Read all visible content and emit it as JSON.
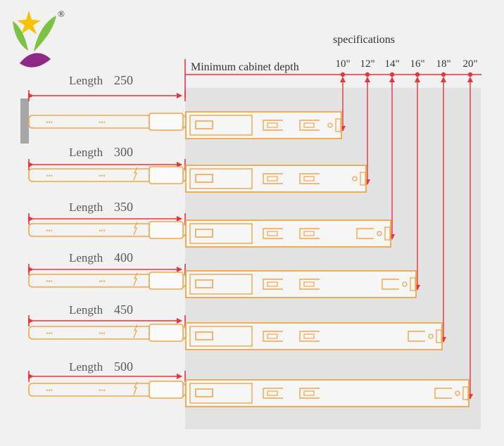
{
  "brand": {
    "logo_name": "star-leaf-logo",
    "registered_mark": "®",
    "colors": {
      "yellow": "#f5c400",
      "green": "#7cc243",
      "purple": "#8e2a86"
    }
  },
  "header": {
    "specifications_label": "specifications",
    "min_depth_label": "Minimum cabinet depth"
  },
  "specs": [
    "10\"",
    "12\"",
    "14\"",
    "16\"",
    "18\"",
    "20\""
  ],
  "rows": [
    {
      "length_word": "Length",
      "length_value": "250"
    },
    {
      "length_word": "Length",
      "length_value": "300"
    },
    {
      "length_word": "Length",
      "length_value": "350"
    },
    {
      "length_word": "Length",
      "length_value": "400"
    },
    {
      "length_word": "Length",
      "length_value": "450"
    },
    {
      "length_word": "Length",
      "length_value": "500"
    }
  ],
  "colors": {
    "dimension_red": "#e8343a",
    "slide_orange": "#f0a64a",
    "label_gray": "#5a5a5a",
    "cabinet_gray": "#e2e2e2",
    "wall_gray": "#a6a6a6"
  }
}
